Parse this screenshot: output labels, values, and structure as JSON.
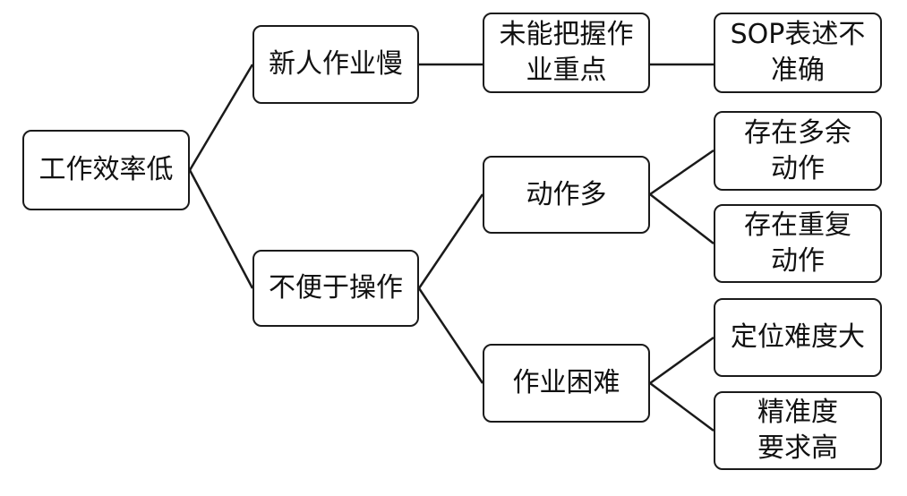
{
  "root": {
    "label": "工作效率低"
  },
  "level1": [
    {
      "id": "slow",
      "label": "新人作业慢"
    },
    {
      "id": "inconvenient",
      "label": "不便于操作"
    }
  ],
  "level2": [
    {
      "id": "keypoints",
      "label": "未能把握作\n业重点"
    },
    {
      "id": "manyactions",
      "label": "动作多"
    },
    {
      "id": "difficult",
      "label": "作业困难"
    }
  ],
  "level3": [
    {
      "id": "sop",
      "label": "SOP表述不\n准确"
    },
    {
      "id": "redundant",
      "label": "存在多余\n动作"
    },
    {
      "id": "repeated",
      "label": "存在重复\n动作"
    },
    {
      "id": "positioning",
      "label": "定位难度大"
    },
    {
      "id": "precision",
      "label": "精准度\n要求高"
    }
  ]
}
